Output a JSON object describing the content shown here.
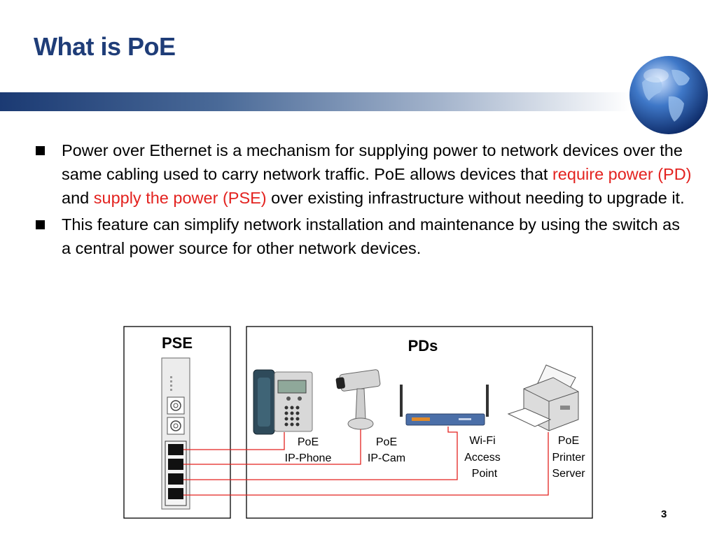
{
  "slide": {
    "title": "What is PoE",
    "page_number": "3"
  },
  "bullets": [
    {
      "pre": "Power over Ethernet is a mechanism for supplying power to network devices over the same cabling used to carry network traffic. PoE allows devices that ",
      "highlight1": "require power (PD)",
      "mid": " and ",
      "highlight2": "supply the power (PSE)",
      "post": " over existing infrastructure without needing to upgrade it."
    },
    {
      "text": "This feature can simplify network installation and maintenance by using the switch as a central power source for other network devices."
    }
  ],
  "diagram": {
    "pse_label": "PSE",
    "pds_label": "PDs",
    "devices": [
      {
        "line1": "PoE",
        "line2": "IP-Phone"
      },
      {
        "line1": "PoE",
        "line2": "IP-Cam"
      },
      {
        "line1": "Wi-Fi",
        "line2": "Access",
        "line3": "Point"
      },
      {
        "line1": "PoE",
        "line2": "Printer",
        "line3": "Server"
      }
    ],
    "cable_color": "#e3221f"
  },
  "colors": {
    "title": "#1f3d78",
    "highlight": "#e3221f"
  }
}
